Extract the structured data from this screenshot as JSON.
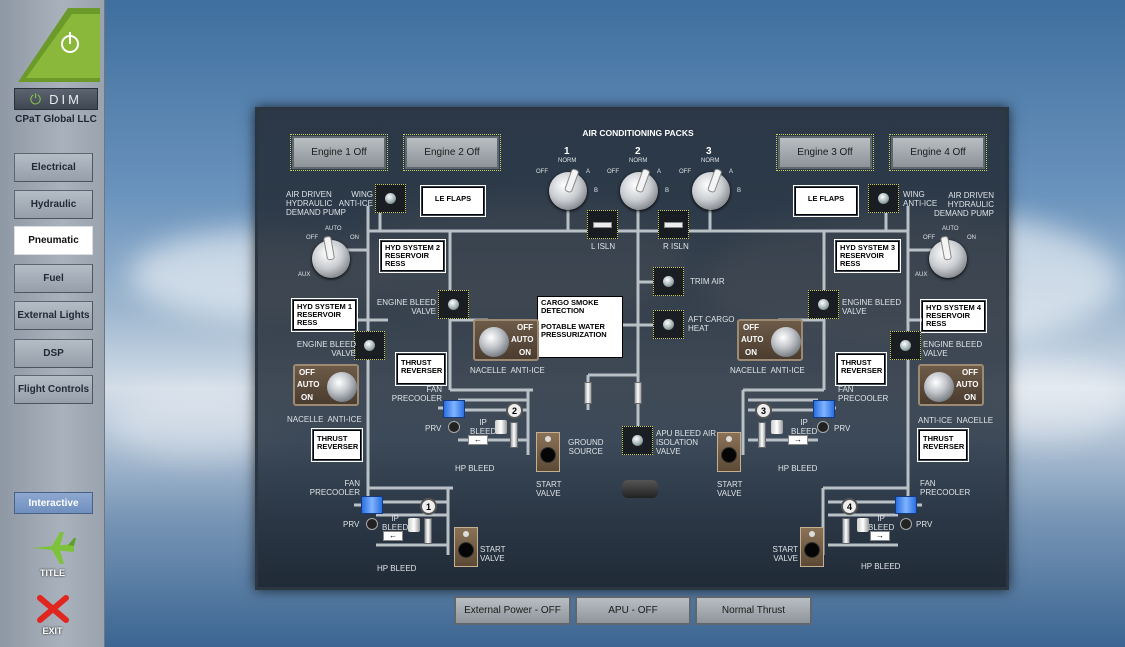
{
  "sidebar": {
    "dim_label": "DIM",
    "company": "CPaT Global LLC",
    "items": [
      {
        "label": "Electrical",
        "active": false
      },
      {
        "label": "Hydraulic",
        "active": false
      },
      {
        "label": "Pneumatic",
        "active": true
      },
      {
        "label": "Fuel",
        "active": false
      },
      {
        "label": "External Lights",
        "active": false
      },
      {
        "label": "DSP",
        "active": false
      },
      {
        "label": "Flight Controls",
        "active": false
      }
    ],
    "interactive_label": "Interactive",
    "title_label": "TITLE",
    "exit_label": "EXIT"
  },
  "panel": {
    "title": "AIR CONDITIONING PACKS",
    "engine_buttons": [
      "Engine 1 Off",
      "Engine 2 Off",
      "Engine 3 Off",
      "Engine 4 Off"
    ],
    "packs": [
      {
        "num": "1"
      },
      {
        "num": "2"
      },
      {
        "num": "3"
      }
    ],
    "pack_positions": {
      "off": "OFF",
      "norm": "NORM",
      "a": "A",
      "b": "B"
    },
    "l_isln": "L ISLN",
    "r_isln": "R ISLN",
    "trim_air": "TRIM AIR",
    "aft_cargo_heat": "AFT CARGO\nHEAT",
    "le_flaps": "LE FLAPS",
    "wing_anti_ice": "WING\nANTI-ICE",
    "adp_label": "AIR DRIVEN\nHYDRAULIC\nDEMAND PUMP",
    "adp_positions": {
      "off": "OFF",
      "auto": "AUTO",
      "on": "ON",
      "aux": "AUX"
    },
    "hyd_sys_1": "HYD SYSTEM 1\nRESERVOIR\nRESS",
    "hyd_sys_2": "HYD SYSTEM 2\nRESERVOIR\nRESS",
    "hyd_sys_3": "HYD SYSTEM 3\nRESERVOIR\nRESS",
    "hyd_sys_4": "HYD SYSTEM 4\nRESERVOIR\nRESS",
    "engine_bleed_valve": "ENGINE BLEED\nVALVE",
    "thrust_reverser": "THRUST\nREVERSER",
    "nacelle_anti_ice": "NACELLE  ANTI-ICE",
    "anti_ice_nacelle": "ANTI-ICE  NACELLE",
    "ai_off": "OFF",
    "ai_auto": "AUTO",
    "ai_on": "ON",
    "cargo_box": "CARGO SMOKE\nDETECTION\n\nPOTABLE WATER\nPRESSURIZATION",
    "fan_precooler": "FAN\nPRECOOLER",
    "prv": "PRV",
    "ip_bleed": "IP\nBLEED",
    "hp_bleed": "HP BLEED",
    "start_valve": "START\nVALVE",
    "ground_source": "GROUND\nSOURCE",
    "apu_bleed": "APU BLEED AIR\nISOLATION\nVALVE",
    "engine_numbers": [
      "1",
      "2",
      "3",
      "4"
    ],
    "on_text": "ON"
  },
  "bottom": {
    "external_power": "External Power - OFF",
    "apu": "APU - OFF",
    "thrust": "Normal Thrust"
  }
}
